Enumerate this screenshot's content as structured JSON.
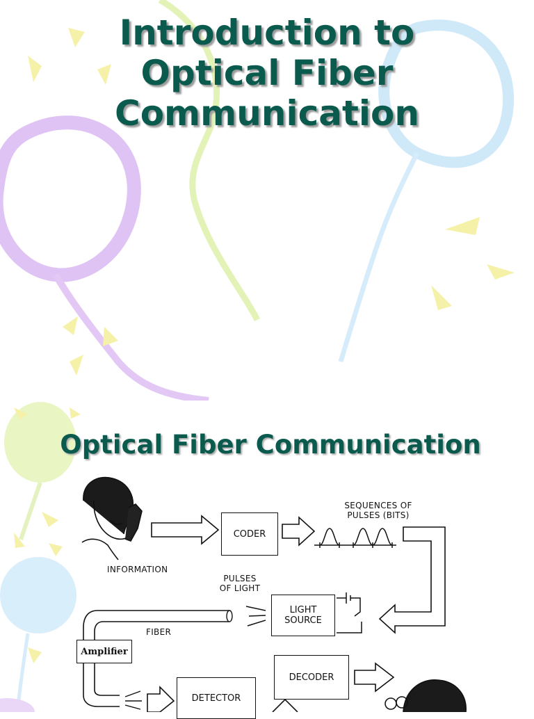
{
  "slide1": {
    "title_lines": [
      "Introduction to",
      "Optical Fiber",
      "Communication"
    ]
  },
  "slide2": {
    "title": "Optical Fiber Communication",
    "diagram": {
      "information": "INFORMATION",
      "coder": "CODER",
      "sequences_line1": "SEQUENCES OF",
      "sequences_line2": "PULSES (BITS)",
      "pulses_line1": "PULSES",
      "pulses_line2": "OF LIGHT",
      "light_source_line1": "LIGHT",
      "light_source_line2": "SOURCE",
      "fiber": "FIBER",
      "amplifier": "Amplifier",
      "decoder": "DECODER",
      "detector": "DETECTOR"
    }
  },
  "colors": {
    "title": "#0b5a4e",
    "balloon_purple": "#d9b8f2",
    "balloon_blue": "#c3e3f7",
    "balloon_green": "#dff3b0",
    "confetti_yellow": "#f3f0a0"
  }
}
